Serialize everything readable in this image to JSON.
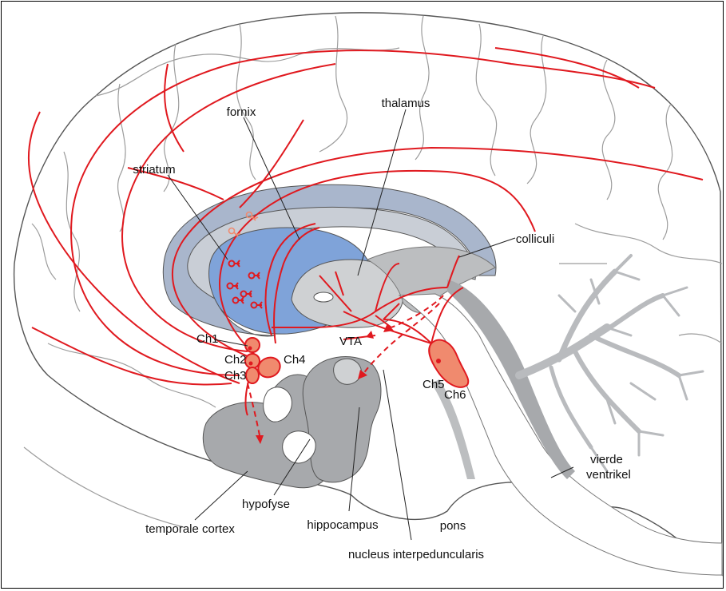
{
  "diagram": {
    "labels": {
      "fornix": "fornix",
      "thalamus": "thalamus",
      "striatum": "striatum",
      "colliculi": "colliculi",
      "ch1": "Ch1",
      "ch2": "Ch2",
      "ch3": "Ch3",
      "ch4": "Ch4",
      "vta": "VTA",
      "ch5": "Ch5",
      "ch6": "Ch6",
      "vierde_line1": "vierde",
      "vierde_line2": "ventrikel",
      "hypofyse": "hypofyse",
      "temporale_cortex": "temporale cortex",
      "hippocampus": "hippocampus",
      "pons": "pons",
      "nucleus": "nucleus interpeduncularis"
    },
    "colors": {
      "pathway_red": "#e0191f",
      "nucleus_fill": "#f08a6e",
      "striatum_blue": "#7fa3d9",
      "outer_blue_gray": "#a9b6cc",
      "inner_gray": "#c9ced6",
      "brainstem_gray": "#a7a9ac",
      "cerebellum_gray": "#b9bbbe",
      "light_gray": "#cfd1d3",
      "sulcus_gray": "#9c9c9c"
    }
  }
}
